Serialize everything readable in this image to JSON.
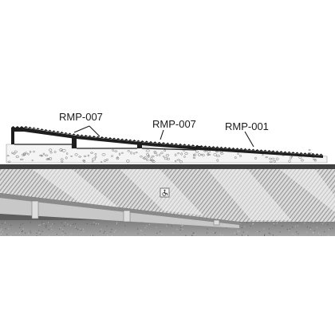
{
  "diagram": {
    "callouts": [
      {
        "id": "left",
        "label": "RMP-007"
      },
      {
        "id": "middle",
        "label": "RMP-007"
      },
      {
        "id": "right",
        "label": "RMP-001"
      }
    ]
  },
  "photo": {
    "icon": "wheelchair-accessibility-icon",
    "colors": {
      "ramp_light": "#e6e6e6",
      "ramp_mid": "#bdbdbd",
      "ramp_dark": "#7d7d7d",
      "floor": "#8f8f8f",
      "wall": "#4a4a4a"
    }
  }
}
